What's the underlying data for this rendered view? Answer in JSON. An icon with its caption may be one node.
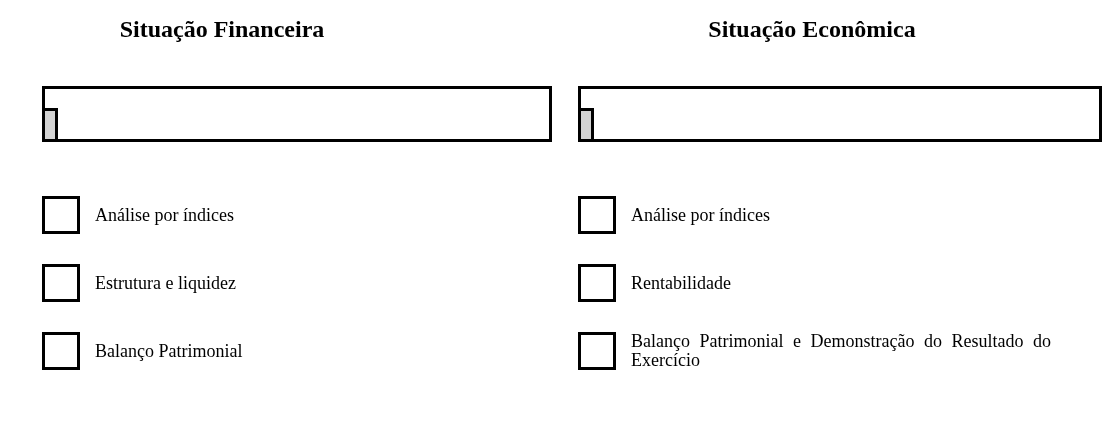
{
  "diagram": {
    "nodes": [
      {
        "text": [],
        "shape": "box"
      },
      {
        "text": [],
        "shape": "box",
        "in": 0
      },
      {
        "text": [],
        "shape": "box"
      },
      {
        "text": [],
        "shape": "box",
        "in": 2
      },
      {
        "text": [],
        "shape": "box",
        "beside": [
          "Análise por índices"
        ]
      },
      {
        "text": [],
        "shape": "box",
        "beside": [
          "Análise por índices"
        ]
      },
      {
        "text": [],
        "shape": "box",
        "beside": [
          "Estrutura e liquidez"
        ]
      },
      {
        "text": [],
        "shape": "box",
        "beside": [
          "Rentabilidade"
        ]
      },
      {
        "text": [],
        "shape": "box",
        "beside": [
          "Balanço Patrimonial"
        ]
      },
      {
        "text": [],
        "shape": "box",
        "beside": [
          "Balanço Patrimonial e Demonstração do Resultado do Exercício"
        ]
      }
    ],
    "labels": [
      "Situação Financeira",
      "Situação Econômica"
    ]
  }
}
